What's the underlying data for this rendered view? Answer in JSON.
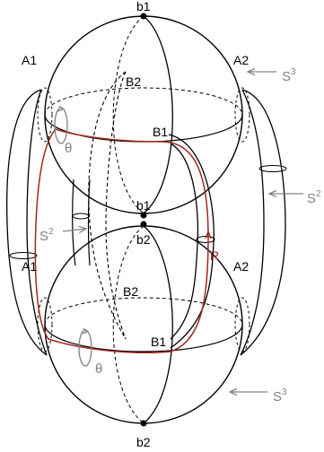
{
  "labels": {
    "top_pole": "b1",
    "bottom_pole": "b2",
    "center_upper": "b1",
    "center_lower": "b2",
    "upper_left": "A1",
    "upper_right": "A2",
    "upper_inner_back": "B2",
    "upper_inner_front": "B1",
    "lower_left": "A1",
    "lower_right": "A2",
    "lower_inner_back": "B2",
    "lower_inner_front": "B1",
    "theta_upper": "θ",
    "theta_lower": "θ",
    "radius": "R"
  },
  "annotations": {
    "s3_upper": {
      "base": "S",
      "sup": "3"
    },
    "s2_right": {
      "base": "S",
      "sup": "2"
    },
    "s2_middle": {
      "base": "S",
      "sup": "2"
    },
    "s3_lower": {
      "base": "S",
      "sup": "3"
    }
  },
  "colors": {
    "stroke": "#000000",
    "dashed": "#000000",
    "gray": "#808080",
    "red": "#a1261e"
  }
}
